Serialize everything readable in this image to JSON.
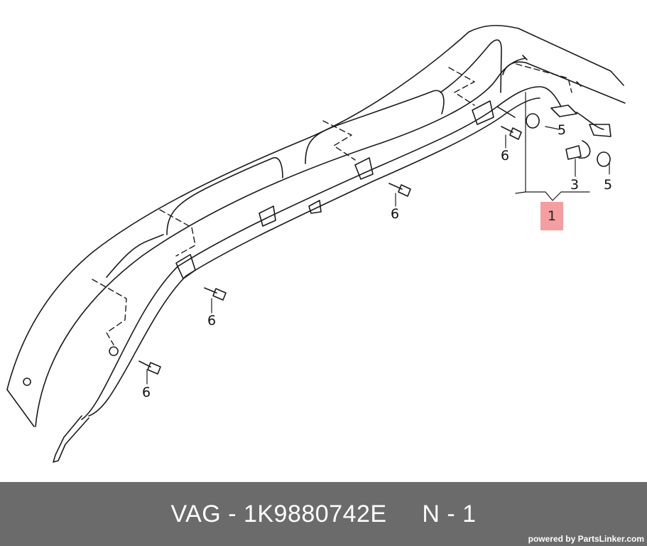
{
  "callouts": {
    "part1": "1",
    "part3": "3",
    "part5a": "5",
    "part5b": "5",
    "part6a": "6",
    "part6b": "6",
    "part6c": "6",
    "part6d": "6"
  },
  "footer": {
    "brand": "VAG",
    "part_number": "1K9880742E",
    "position": "N - 1",
    "powered_by": "powered by PartsLinker.com"
  },
  "colors": {
    "highlight": "#f59ea0",
    "footer_bg": "#6b6b6b",
    "line": "#1a1a1a"
  }
}
